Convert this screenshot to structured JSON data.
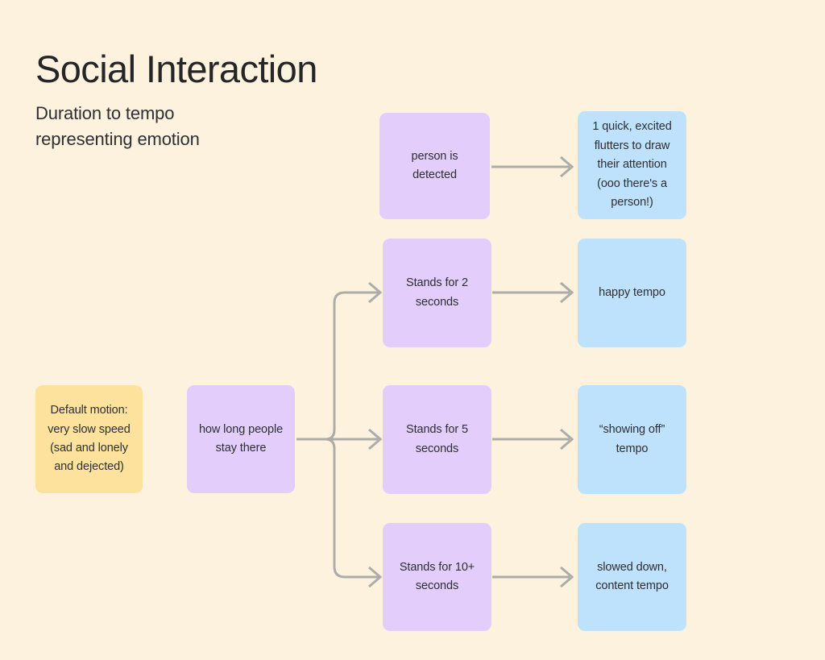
{
  "header": {
    "title": "Social Interaction",
    "subtitle": "Duration to tempo\nrepresenting emotion"
  },
  "colors": {
    "background": "#FDF2DD",
    "yellow_node": "#FCE29C",
    "purple_node": "#E3CEFB",
    "blue_node": "#BFE2FC",
    "connector": "#AEACA9",
    "text": "#2E2E33"
  },
  "nodes": {
    "default_motion": {
      "label": "Default motion:\nvery slow speed\n(sad and lonely\nand dejected)",
      "color": "yellow"
    },
    "duration_trigger": {
      "label": "how long people\nstay there",
      "color": "purple"
    },
    "person_detected": {
      "label": "person is\ndetected",
      "color": "purple"
    },
    "person_detected_result": {
      "label": "1 quick, excited\nflutters to draw\ntheir attention\n(ooo there's a\nperson!)",
      "color": "blue"
    },
    "stands_2s": {
      "label": "Stands for 2\nseconds",
      "color": "purple"
    },
    "stands_2s_result": {
      "label": "happy tempo",
      "color": "blue"
    },
    "stands_5s": {
      "label": "Stands for 5\nseconds",
      "color": "purple"
    },
    "stands_5s_result": {
      "label": "“showing off”\ntempo",
      "color": "blue"
    },
    "stands_10s": {
      "label": "Stands for 10+\nseconds",
      "color": "purple"
    },
    "stands_10s_result": {
      "label": "slowed down,\ncontent tempo",
      "color": "blue"
    }
  },
  "connectors": [
    {
      "name": "person-detected-to-result",
      "kind": "straight-arrow"
    },
    {
      "name": "duration-trunk",
      "kind": "branch-trunk"
    },
    {
      "name": "branch-to-stands-2s",
      "kind": "elbow-arrow-up"
    },
    {
      "name": "branch-to-stands-5s",
      "kind": "straight-arrow"
    },
    {
      "name": "branch-to-stands-10s",
      "kind": "elbow-arrow-down"
    },
    {
      "name": "stands-2s-to-result",
      "kind": "straight-arrow"
    },
    {
      "name": "stands-5s-to-result",
      "kind": "straight-arrow"
    },
    {
      "name": "stands-10s-to-result",
      "kind": "straight-arrow"
    }
  ]
}
